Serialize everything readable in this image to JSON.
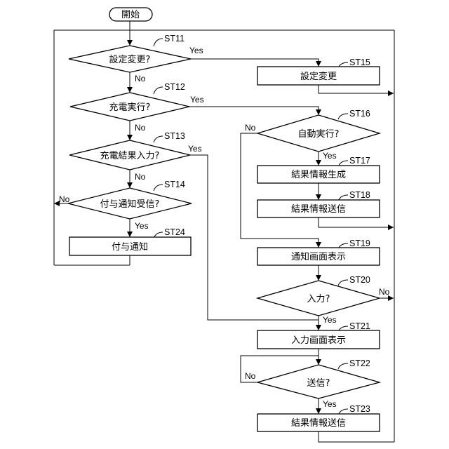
{
  "start": {
    "label": "開始"
  },
  "steps": {
    "st11": {
      "tag": "ST11",
      "label": "設定変更?"
    },
    "st12": {
      "tag": "ST12",
      "label": "充電実行?"
    },
    "st13": {
      "tag": "ST13",
      "label": "充電結果入力?"
    },
    "st14": {
      "tag": "ST14",
      "label": "付与通知受信?"
    },
    "st24": {
      "tag": "ST24",
      "label": "付与通知"
    },
    "st15": {
      "tag": "ST15",
      "label": "設定変更"
    },
    "st16": {
      "tag": "ST16",
      "label": "自動実行?"
    },
    "st17": {
      "tag": "ST17",
      "label": "結果情報生成"
    },
    "st18": {
      "tag": "ST18",
      "label": "結果情報送信"
    },
    "st19": {
      "tag": "ST19",
      "label": "通知画面表示"
    },
    "st20": {
      "tag": "ST20",
      "label": "入力?"
    },
    "st21": {
      "tag": "ST21",
      "label": "入力画面表示"
    },
    "st22": {
      "tag": "ST22",
      "label": "送信?"
    },
    "st23": {
      "tag": "ST23",
      "label": "結果情報送信"
    }
  },
  "branches": {
    "yes": "Yes",
    "no": "No"
  }
}
